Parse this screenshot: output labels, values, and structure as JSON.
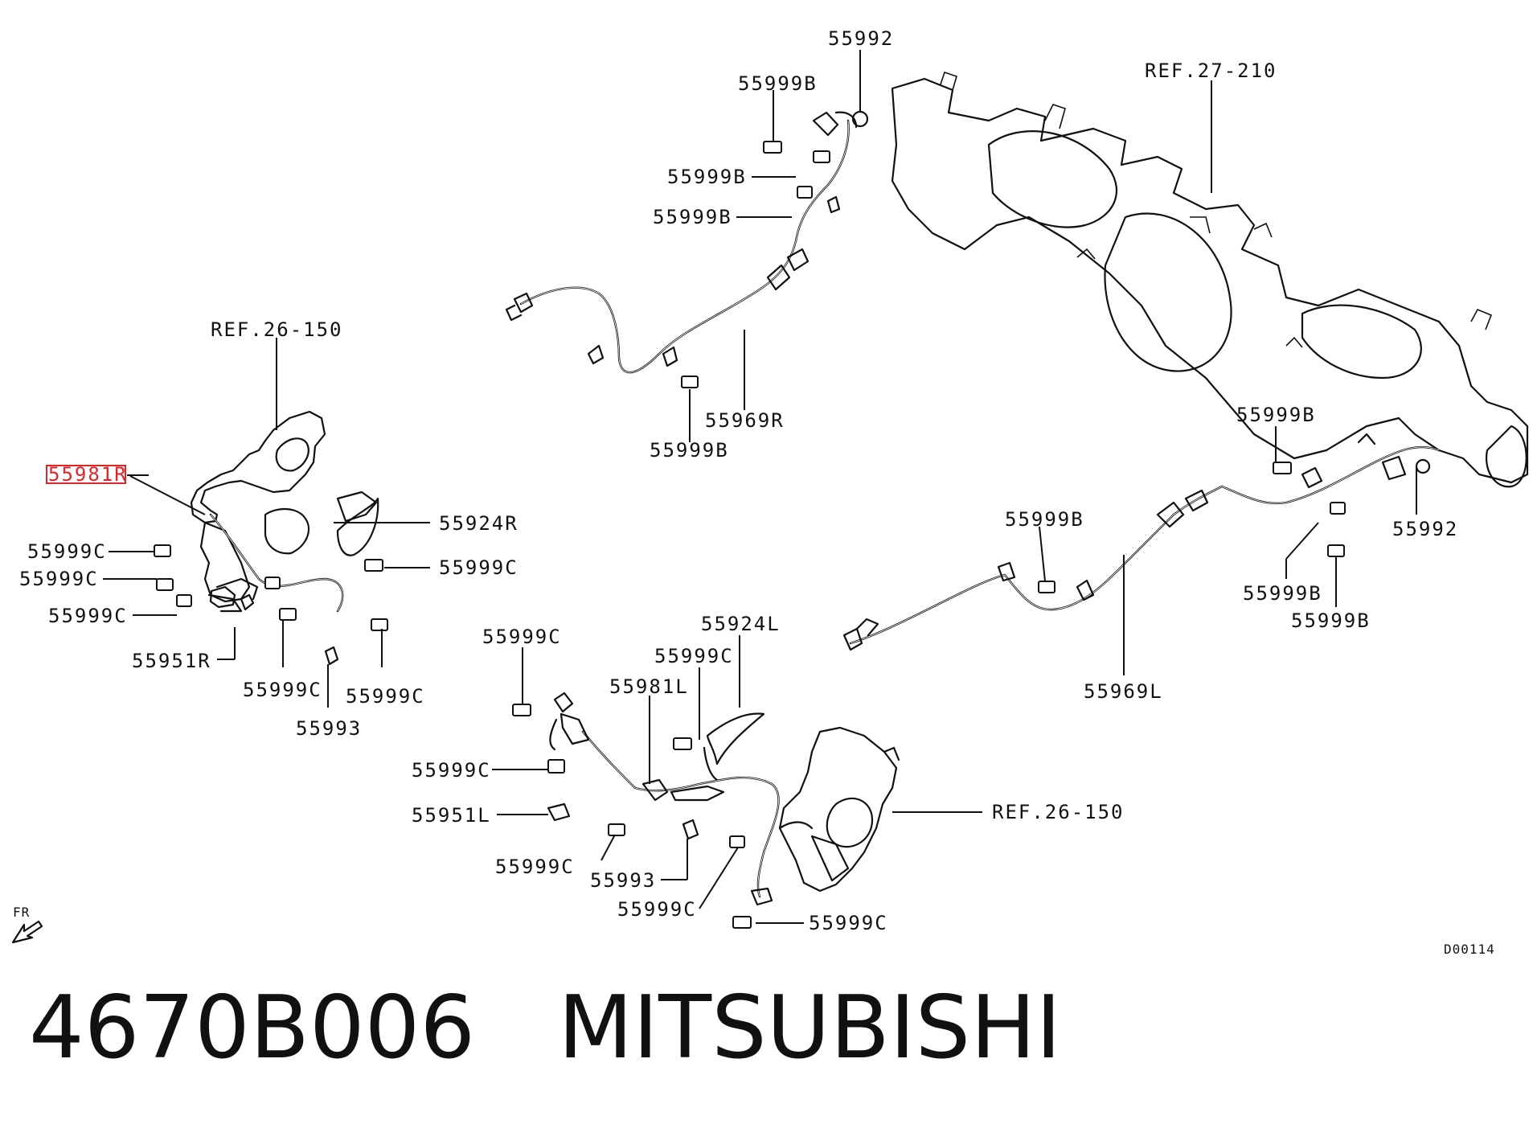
{
  "footer": {
    "part_number": "4670B006",
    "brand": "MITSUBISHI"
  },
  "diagram": {
    "code": "D00114",
    "direction": "FR",
    "highlight_color": "#e0242a",
    "callouts": {
      "top_55992": "55992",
      "top_55999b_a": "55999B",
      "top_55999b_b": "55999B",
      "top_55999b_c": "55999B",
      "top_55969r": "55969R",
      "top_55999b_d": "55999B",
      "ref_27_210": "REF.27-210",
      "ref_26_150_left": "REF.26-150",
      "left_55981r": "55981R",
      "left_55924r": "55924R",
      "left_55999c_a": "55999C",
      "left_55999c_b": "55999C",
      "left_55999c_c": "55999C",
      "left_55999c_d": "55999C",
      "left_55951r": "55951R",
      "left_55999c_e": "55999C",
      "left_55999c_f": "55999C",
      "left_55993": "55993",
      "right_55999b_a": "55999B",
      "right_55992": "55992",
      "right_55999b_b": "55999B",
      "right_55999b_c": "55999B",
      "right_55999b_d": "55999B",
      "right_55969l": "55969L",
      "mid_55999c_a": "55999C",
      "mid_55924l": "55924L",
      "mid_55999c_b": "55999C",
      "mid_55981l": "55981L",
      "mid_55999c_c": "55999C",
      "mid_55951l": "55951L",
      "mid_55999c_d": "55999C",
      "mid_55993": "55993",
      "mid_55999c_e": "55999C",
      "mid_55999c_f": "55999C",
      "ref_26_150_right": "REF.26-150"
    }
  }
}
